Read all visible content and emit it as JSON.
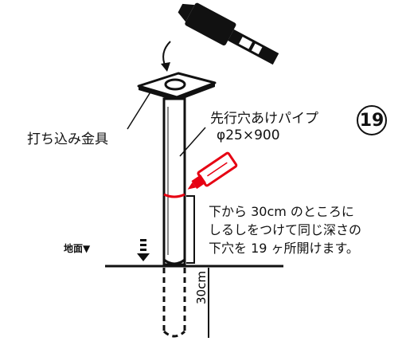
{
  "labels": {
    "driving_fitting": "打ち込み金具",
    "pilot_pipe": "先行穴あけパイプ",
    "pipe_spec": "φ25×900",
    "step_number": "19",
    "ground": "地面▼",
    "depth": "30cm"
  },
  "instruction": {
    "line1": "下から 30cm のところに",
    "line2": "しるしをつけて同じ深さの",
    "line3": "下穴を 19 ヶ所開けます。"
  },
  "colors": {
    "ink": "#111111",
    "mark": "#e60012",
    "background": "#ffffff"
  },
  "icons": {
    "hammer": "hammer-icon",
    "marker": "marker-pen-icon",
    "arrow": "curved-arrow-icon"
  }
}
